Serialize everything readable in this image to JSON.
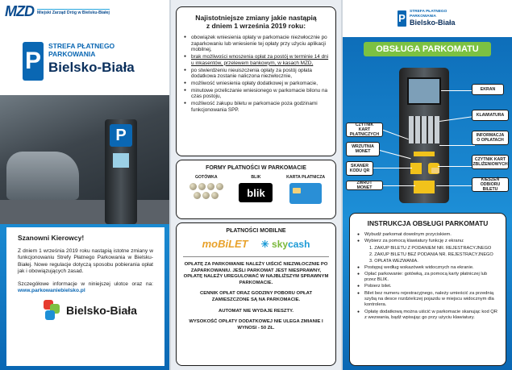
{
  "left": {
    "mzd_logo_mark": "MZD",
    "mzd_logo_text": "Miejski Zarząd Dróg w Bielsku-Białej",
    "spp_line1": "STREFA PŁATNEGO",
    "spp_line2": "PARKOWANIA",
    "spp_city": "Bielsko-Biała",
    "p_letter": "P",
    "letter_title": "Szanowni Kierowcy!",
    "letter_p1": "Z dniem 1 września 2019 roku nastąpią istotne zmiany w funkcjonowaniu Strefy Płatnego Parkowania w Bielsku-Białej. Nowe regulacje dotyczą sposobu pobierania opłat jak i obowiązujących zasad.",
    "letter_p2a": "Szczegółowe informacje w niniejszej ulotce oraz na:",
    "letter_url": "www.parkowaniebielsko.pl",
    "bb_word": "Bielsko-Biała"
  },
  "mid": {
    "changes_title_1": "Najistotniejsze zmiany jakie nastąpią",
    "changes_title_2": "z dniem 1 września 2019 roku:",
    "changes": [
      "obowiązek wniesienia opłaty w parkomacie niezwłocznie po zaparkowaniu lub wniesienie tej opłaty przy użyciu aplikacji mobilnej,",
      "brak możliwości wnoszenia opłat za postój w terminie 14 dni u inkasentów, przelewem bankowym, w kasach MZD,",
      "po stwierdzeniu nieuiszczenia opłaty za postój opłata dodatkowa zostanie naliczona niezwłocznie,",
      "możliwość wniesienia opłaty dodatkowej w parkomacie,",
      "minutowe przeliczanie wniesionego w parkomacie bilonu na czas postoju,",
      "możliwość zakupu biletu w parkomacie poza godzinami funkcjonowania SPP."
    ],
    "payforms_title": "FORMY PŁATNOŚCI W PARKOMACIE",
    "pay_cash": "GOTÓWKA",
    "pay_blik": "BLIK",
    "pay_card": "KARTA PŁATNICZA",
    "blik_logo": "blik",
    "mobile_title": "PŁATNOŚCI MOBILNE",
    "mobilet_logo_a": "moBiL",
    "mobilet_logo_b": "ET",
    "skycash_logo_a": "sky",
    "skycash_logo_b": "cash",
    "note1": "OPŁATĘ ZA PARKOWANIE NALEŻY UIŚCIĆ NIEZWŁOCZNIE PO ZAPARKOWANIU. JEŚLI PARKOMAT JEST NIESPRAWNY, OPŁATĘ NALEŻY UREGULOWAĆ W NAJBLIŻSZYM SPRAWNYM PARKOMACIE.",
    "note2": "CENNIK OPŁAT ORAZ GODZINY POBORU OPŁAT ZAMIESZCZONE SĄ NA PARKOMACIE.",
    "note3": "AUTOMAT NIE WYDAJE RESZTY.",
    "note4": "WYSOKOŚĆ OPŁATY DODATKOWEJ NIE ULEGA ZMIANIE I WYNOSI - 50 ZŁ."
  },
  "right": {
    "logo_p": "P",
    "logo_l1": "STREFA PŁATNEGO",
    "logo_l2": "PARKOWANIA",
    "logo_city": "Bielsko-Biała",
    "banner": "OBSŁUGA PARKOMATU",
    "labels": {
      "ekran": "EKRAN",
      "klawiatura": "KLAWIATURA",
      "czytnik_platniczych": "CZYTNIK KART PŁATNICZYCH",
      "informacja": "INFORMACJA O OPŁATACH",
      "wrzutnia": "WRZUTNIA MONET",
      "czytnik_zblizeniowych": "CZYTNIK KART ZBLIŻENIOWYCH",
      "skaner": "SKANER KODU QR",
      "zwrot": "ZWROT MONET",
      "kieszen": "KIESZEŃ ODBIORU BILETU"
    },
    "instr_title": "INSTRUKCJA OBSŁUGI PARKOMATU",
    "instr": [
      "Wybudź parkomat dowolnym przyciskiem.",
      "Wybierz za pomocą klawiatury funkcję z ekranu:",
      "Postępuj według wskazówek widocznych na ekranie.",
      "Opłać parkowanie: gotówką, za pomocą karty płatniczej lub przez BLIK.",
      "Pobierz bilet.",
      "Bilet bez numeru rejestracyjnego, należy umieścić za przednią szybą na desce rozdzielczej pojazdu w miejscu widocznym dla kontrolera.",
      "Opłatę dodatkową można uiścić w parkomacie skanując kod QR z wezwania, bądź wpisując go przy użyciu klawiatury."
    ],
    "instr_sub": [
      "1. ZAKUP BILETU Z PODANIEM NR. REJESTRACYJNEGO",
      "2. ZAKUP BILETU BEZ PODANIA NR. REJESTRACYJNEGO",
      "3. OPŁATA WEZWANIA."
    ]
  }
}
